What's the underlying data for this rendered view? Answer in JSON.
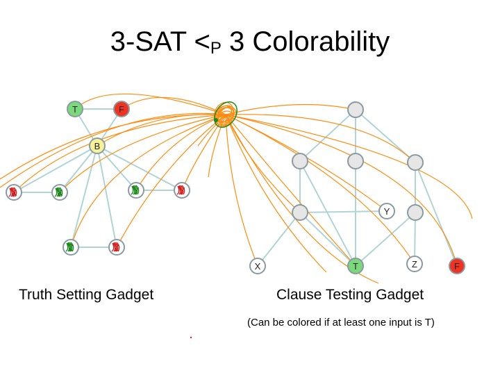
{
  "slide": {
    "title_main": "3-SAT <",
    "title_sub": "P",
    "title_tail": " 3 Colorability",
    "truth_caption": "Truth Setting Gadget",
    "clause_caption": "Clause Testing Gadget",
    "clause_note": "(Can be colored if at least one input is T)"
  },
  "colors": {
    "edge": "#b0d4d4",
    "node_stroke": "#8a9aa0",
    "node_plain": "#e6e6e6",
    "node_white": "#ffffff",
    "true": "#7cd87c",
    "false": "#ee3322",
    "base": "#f6f29a",
    "ink_orange": "#ff8c10",
    "ink_green": "#1a8a1a",
    "ink_red": "#d62020"
  },
  "truth_gadget": {
    "nodes": [
      {
        "id": "t",
        "label": "T",
        "fill": "true"
      },
      {
        "id": "f",
        "label": "F",
        "fill": "false"
      },
      {
        "id": "b",
        "label": "B",
        "fill": "base"
      },
      {
        "id": "x",
        "label": "X",
        "fill": "white"
      },
      {
        "id": "xbar",
        "label": "X",
        "fill": "white"
      },
      {
        "id": "y",
        "label": "Y",
        "fill": "white"
      },
      {
        "id": "ybar",
        "label": "Y",
        "fill": "white"
      },
      {
        "id": "z",
        "label": "Z",
        "fill": "white"
      },
      {
        "id": "zbar",
        "label": "Z",
        "fill": "white"
      }
    ]
  },
  "clause_gadget": {
    "nodes": [
      {
        "id": "c_top",
        "label": "",
        "fill": "plain"
      },
      {
        "id": "c_l",
        "label": "",
        "fill": "plain"
      },
      {
        "id": "c_m",
        "label": "",
        "fill": "plain"
      },
      {
        "id": "c_r",
        "label": "",
        "fill": "plain"
      },
      {
        "id": "c_ll",
        "label": "",
        "fill": "plain"
      },
      {
        "id": "c_rr",
        "label": "",
        "fill": "plain"
      },
      {
        "id": "c_y",
        "label": "Y",
        "fill": "white"
      },
      {
        "id": "c_x",
        "label": "X",
        "fill": "white"
      },
      {
        "id": "c_t",
        "label": "T",
        "fill": "true"
      },
      {
        "id": "c_z",
        "label": "Z",
        "fill": "white"
      },
      {
        "id": "c_f",
        "label": "F",
        "fill": "false"
      }
    ]
  }
}
